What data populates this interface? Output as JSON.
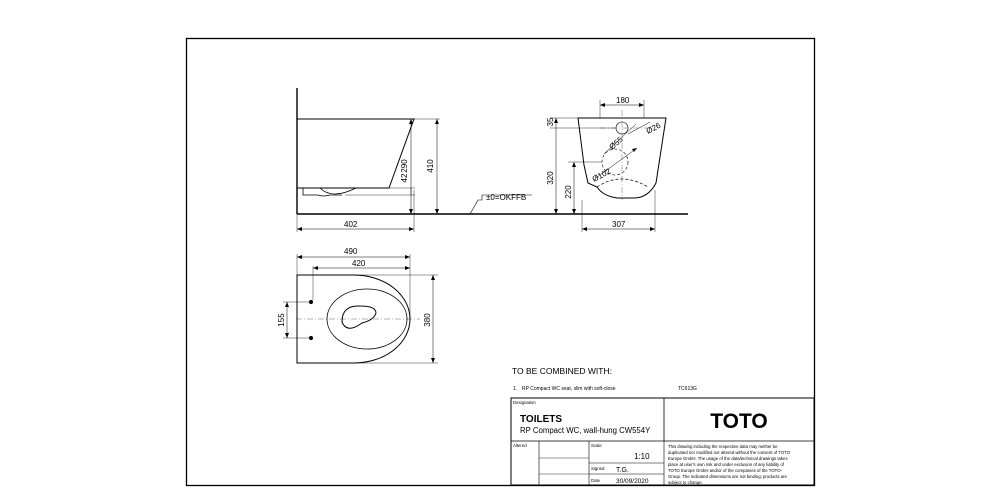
{
  "dimensions": {
    "side_view": {
      "width": "402",
      "seat_height": "290",
      "total_height": "410",
      "outlet_height": "42",
      "floor_ref": "±0=OKFFB"
    },
    "rear_view": {
      "top_width": "180",
      "top_offset": "35",
      "connector_a": "Ø55",
      "connector_b": "Ø26",
      "drain": "Ø102",
      "height_a": "320",
      "height_b": "220",
      "base_width": "307"
    },
    "plan_view": {
      "overall_length": "490",
      "inner_length": "420",
      "fixing_distance": "155",
      "width": "380"
    }
  },
  "combined_with": {
    "heading": "TO BE COMBINED WITH:",
    "items": [
      {
        "index": "1.",
        "description": "RP Compact WC seat, slim with soft-close",
        "code": "TC613G"
      }
    ]
  },
  "title_block": {
    "designation_label": "Designation",
    "category": "TOILETS",
    "product": "RP Compact WC, wall-hung CW554Y",
    "logo": "TOTO",
    "altered_label": "Altered",
    "scale_label": "Scale",
    "scale_value": "1:10",
    "signed_label": "Signed",
    "signed_value": "T.G.",
    "date_label": "Date",
    "date_value": "30/09/2020",
    "disclaimer": [
      "This drawing including the respective data may neither be",
      "duplicated nor modified nor altered without the consent of TOTO",
      "Europe GmbH. The usage of the data/technical drawings takes",
      "place at user's own risk and under exclusion of any liability of",
      "TOTO Europe GmbH and/or of the companies of the TOTO-",
      "Group. The indicated dimensions are not binding; products are",
      "subject to change."
    ]
  }
}
